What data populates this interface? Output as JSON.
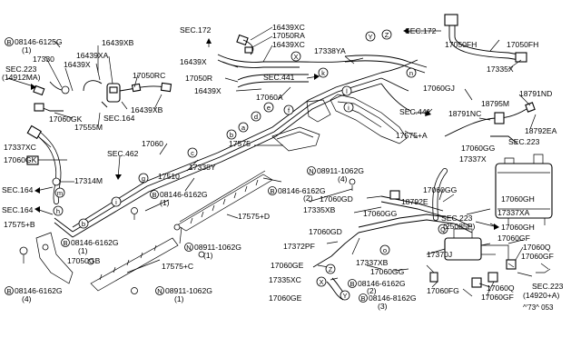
{
  "labels": {
    "bolt_6125": "08146-6125G",
    "bolt_6125_qty": "(1)",
    "p17330": "17330",
    "p16439xb_a": "16439XB",
    "p16439xa_a": "16439XA",
    "sec223_a": "SEC.223",
    "sec223_a_sub": "(14912MA)",
    "p16439x_a": "16439X",
    "p17050rc": "17050RC",
    "p16439xb_b": "16439XB",
    "sec164_a": "SEC.164",
    "p17555m": "17555M",
    "p17060gk_a": "17060GK",
    "p17337xc": "17337XC",
    "p17060gk_b": "17060GK",
    "sec172_a": "SEC.172",
    "p16439xc_a": "16439XC",
    "p17050ra": "17050RA",
    "p16439xc_b": "16439XC",
    "p16439x_b": "16439X",
    "p17050r": "17050R",
    "sec441_a": "SEC.441",
    "p16439x_c": "16439X",
    "p17060a": "17060A",
    "p17338ya": "17338YA",
    "sec172_b": "SEC.172",
    "p17050fh_a": "17050FH",
    "p17050fh_b": "17050FH",
    "p17335x": "17335X",
    "p17060gj": "17060GJ",
    "sec441_b": "SEC.441",
    "p18791nd": "18791ND",
    "p18795m": "18795M",
    "p18791nc": "18791NC",
    "p18792ea": "18792EA",
    "p17575a": "17575+A",
    "p17575": "17575",
    "p17060": "17060",
    "sec462": "SEC.462",
    "p17338y": "17338Y",
    "p17510": "17510",
    "p17060gg_a": "17060GG",
    "sec223_b": "SEC.223",
    "p17337x": "17337X",
    "p17314m": "17314M",
    "sec164_b": "SEC.164",
    "sec164_c": "SEC.164",
    "nut_1062_a": "08911-1062G",
    "nut_1062_a_qty": "(4)",
    "bolt_6162_a": "08146-6162G",
    "bolt_6162_a_qty": "(2)",
    "p17060gd_a": "17060GD",
    "p17335xb": "17335XB",
    "p18792e": "18792E",
    "p17060gg_b": "17060GG",
    "p17060gg_c": "17060GG",
    "p17060gh_a": "17060GH",
    "p17337xa": "17337XA",
    "sec223_c": "SEC.223",
    "sec223_c_sub": "(25085P)",
    "p17060gh_b": "17060GH",
    "bolt_6162_b": "08146-6162G",
    "bolt_6162_b_qty": "(1)",
    "p17575d": "17575+D",
    "p17575b": "17575+B",
    "bolt_6162_c": "08146-6162G",
    "bolt_6162_c_qty": "(1)",
    "p17050gb": "17050GB",
    "nut_1062_b": "08911-1062G",
    "nut_1062_b_qty": "(1)",
    "p17060gd_b": "17060GD",
    "p17372pf": "17372PF",
    "p17370j": "17370J",
    "p17060gf_a": "17060GF",
    "p17060q_a": "17060Q",
    "p17060gf_b": "17060GF",
    "p17575c": "17575+C",
    "bolt_6162_d": "08146-6162G",
    "bolt_6162_d_qty": "(4)",
    "nut_1062_c": "08911-1062G",
    "nut_1062_c_qty": "(1)",
    "p17060ge_a": "17060GE",
    "p17337xb": "17337XB",
    "p17060gg_d": "17060GG",
    "p17335xc": "17335XC",
    "bolt_6162_e": "08146-6162G",
    "bolt_6162_e_qty": "(2)",
    "p17060fg": "17060FG",
    "p17060q_b": "17060Q",
    "p17060gf_c": "17060GF",
    "p17060ge_b": "17060GE",
    "bolt_8162": "08146-8162G",
    "bolt_8162_qty": "(3)",
    "sec223_d": "SEC.223",
    "sec223_d_sub": "(14920+A)",
    "diagram_code": "^'73^ 053"
  },
  "circle_letters": {
    "y": "Y",
    "z": "Z",
    "n": "n",
    "x": "X",
    "k": "k",
    "l": "l",
    "e": "e",
    "f": "f",
    "a": "a",
    "b": "b",
    "c": "c",
    "d": "d",
    "g": "g",
    "h": "h",
    "i": "i",
    "m": "m",
    "o": "o",
    "q": "Q",
    "ca": "b",
    "ic": "i"
  },
  "circle_prefix": {
    "bolt": "B",
    "nut": "N"
  }
}
